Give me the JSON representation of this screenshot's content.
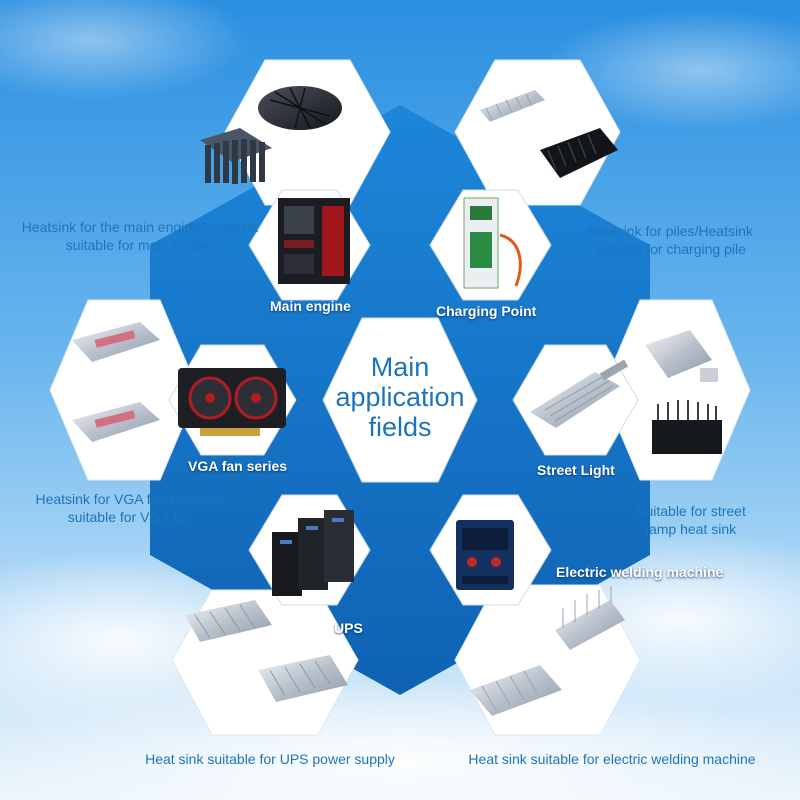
{
  "center": {
    "line1": "Main",
    "line2": "application",
    "line3": "fields"
  },
  "inner_fields": [
    {
      "label": "Main engine"
    },
    {
      "label": "Charging Point"
    },
    {
      "label": "VGA fan series"
    },
    {
      "label": "Street Light"
    },
    {
      "label": "UPS"
    },
    {
      "label": "Electric welding machine"
    }
  ],
  "outer_labels": {
    "main_engine": {
      "line1": "Heatsink for the main engine/Heatsink",
      "line2": "suitable for main engine"
    },
    "charging_pile": {
      "line1": "Heatsink for piles/Heatsink",
      "line2": "suitable for charging pile"
    },
    "vga_fan": {
      "line1": "Heatsink for VGA fan/Heatsink",
      "line2": "suitable for VGA fan"
    },
    "street_lamp": {
      "line1": "Suitable for street",
      "line2": "lamp heat sink"
    },
    "ups": {
      "line1": "Heat sink suitable for UPS power supply"
    },
    "welding": {
      "line1": "Heat sink suitable for electric welding machine"
    }
  },
  "colors": {
    "hex_blue": "#1a7bd0",
    "hex_blue_dark": "#0f5fae",
    "sky_top": "#2a8fe0",
    "sky_bottom": "#eef6fc",
    "label_blue": "#1c75bc"
  }
}
